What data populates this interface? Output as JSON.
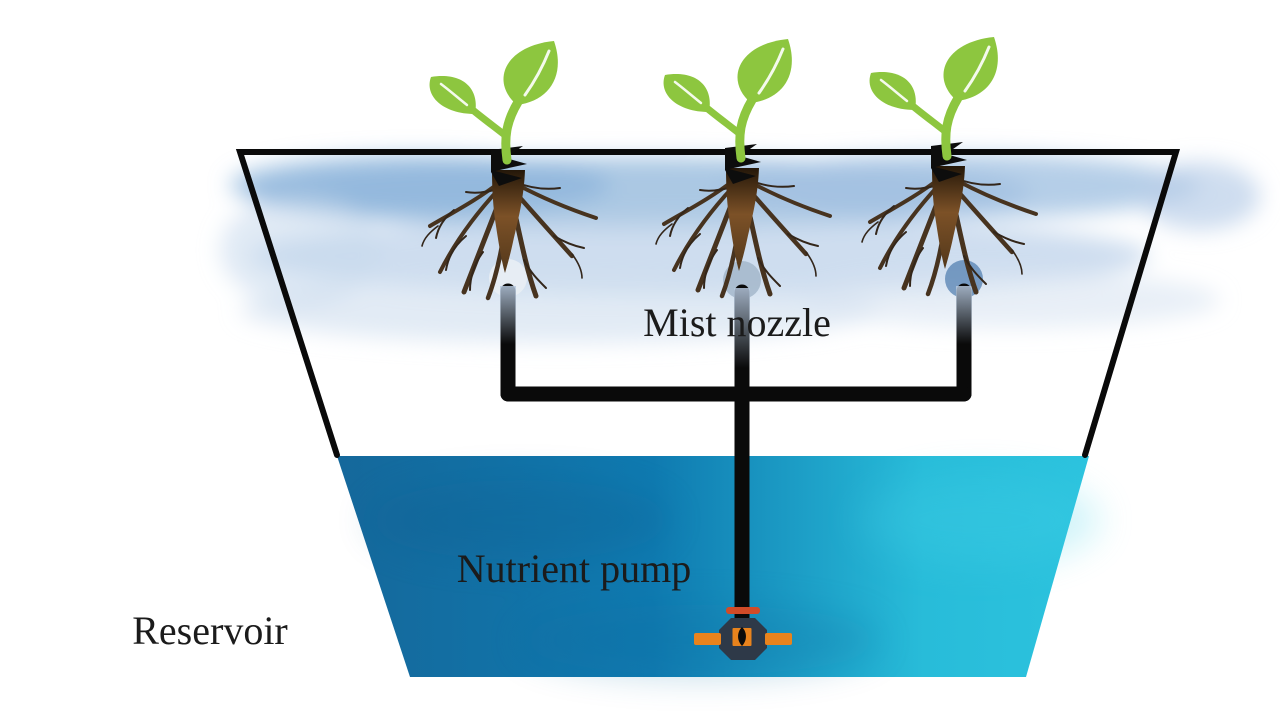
{
  "diagram": {
    "type": "aeroponics-system",
    "labels": {
      "mist_nozzle": "Mist nozzle",
      "nutrient_pump": "Nutrient pump",
      "reservoir": "Reservoir"
    },
    "components": {
      "plants_count": 3,
      "mist_nozzles_count": 3,
      "container_shape": "trapezoid",
      "water_fill": "lower half of reservoir",
      "mist_zone": "upper band around plant roots"
    },
    "colors": {
      "background": "#ffffff",
      "leaf_green": "#8dc63f",
      "root_brown": "#6b4423",
      "pipe_black": "#0a0a0a",
      "mist_blue": "#aac6e4",
      "water_deep": "#15689b",
      "water_mid": "#0f7ab0",
      "water_bright": "#28bcd9",
      "pump_body": "#2e3948",
      "pump_orange": "#e8831d",
      "pump_valve_red": "#d14b28",
      "label_text": "#1b1b1b"
    }
  }
}
